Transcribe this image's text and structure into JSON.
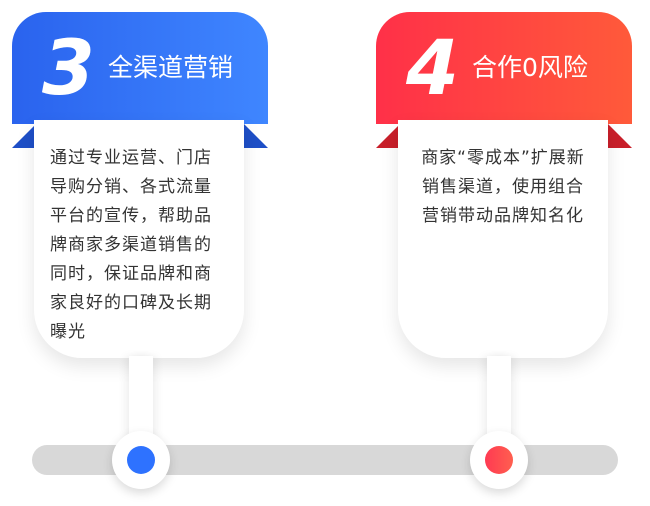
{
  "steps": [
    {
      "number": "3",
      "title": "全渠道营销",
      "description": "通过专业运营、门店导购分销、各式流量平台的宣传，帮助品牌商家多渠道销售的同时，保证品牌和商家良好的口碑及长期曝光",
      "accent_color": "#3a7dff"
    },
    {
      "number": "4",
      "title": "合作0风险",
      "description": "商家“零成本”扩展新销售渠道，使用组合营销带动品牌知名化",
      "accent_color": "#ff3d45"
    }
  ]
}
